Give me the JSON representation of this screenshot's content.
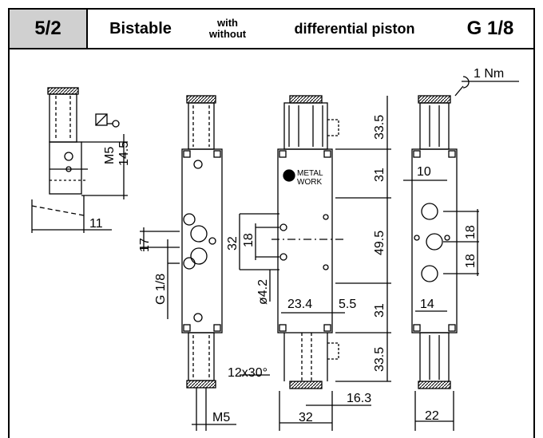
{
  "header": {
    "code": "5/2",
    "type": "Bistable",
    "with": "with",
    "without": "without",
    "description": "differential piston",
    "port": "G 1/8"
  },
  "logo": {
    "line1": "METAL",
    "line2": "WORK"
  },
  "dims": {
    "torque": "1 Nm",
    "m5_side": "M5",
    "d145": "14.5",
    "d11": "11",
    "d17": "17",
    "g18": "G 1/8",
    "m5_bottom": "M5",
    "d32v": "32",
    "d18a": "18",
    "d42": "ø4.2",
    "d234": "23.4",
    "d55": "5.5",
    "thread": "12x30°",
    "d163": "16.3",
    "d32h": "32",
    "d335a": "33.5",
    "d31a": "31",
    "d495": "49.5",
    "d31b": "31",
    "d335b": "33.5",
    "d10": "10",
    "d18b": "18",
    "d18c": "18",
    "d14": "14",
    "d22": "22"
  }
}
